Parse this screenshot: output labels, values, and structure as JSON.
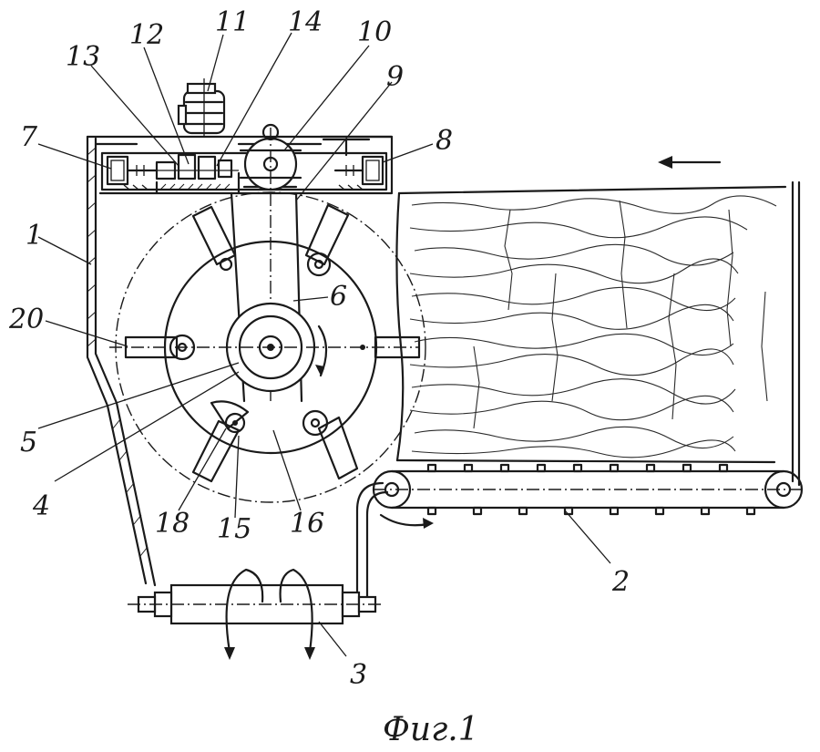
{
  "figure": {
    "caption": "Фиг.1",
    "labels": {
      "l1": "1",
      "l2": "2",
      "l3": "3",
      "l4": "4",
      "l5": "5",
      "l6": "6",
      "l7": "7",
      "l8": "8",
      "l9": "9",
      "l10": "10",
      "l11": "11",
      "l12": "12",
      "l13": "13",
      "l14": "14",
      "l15": "15",
      "l16": "16",
      "l18": "18",
      "l20": "20"
    }
  }
}
